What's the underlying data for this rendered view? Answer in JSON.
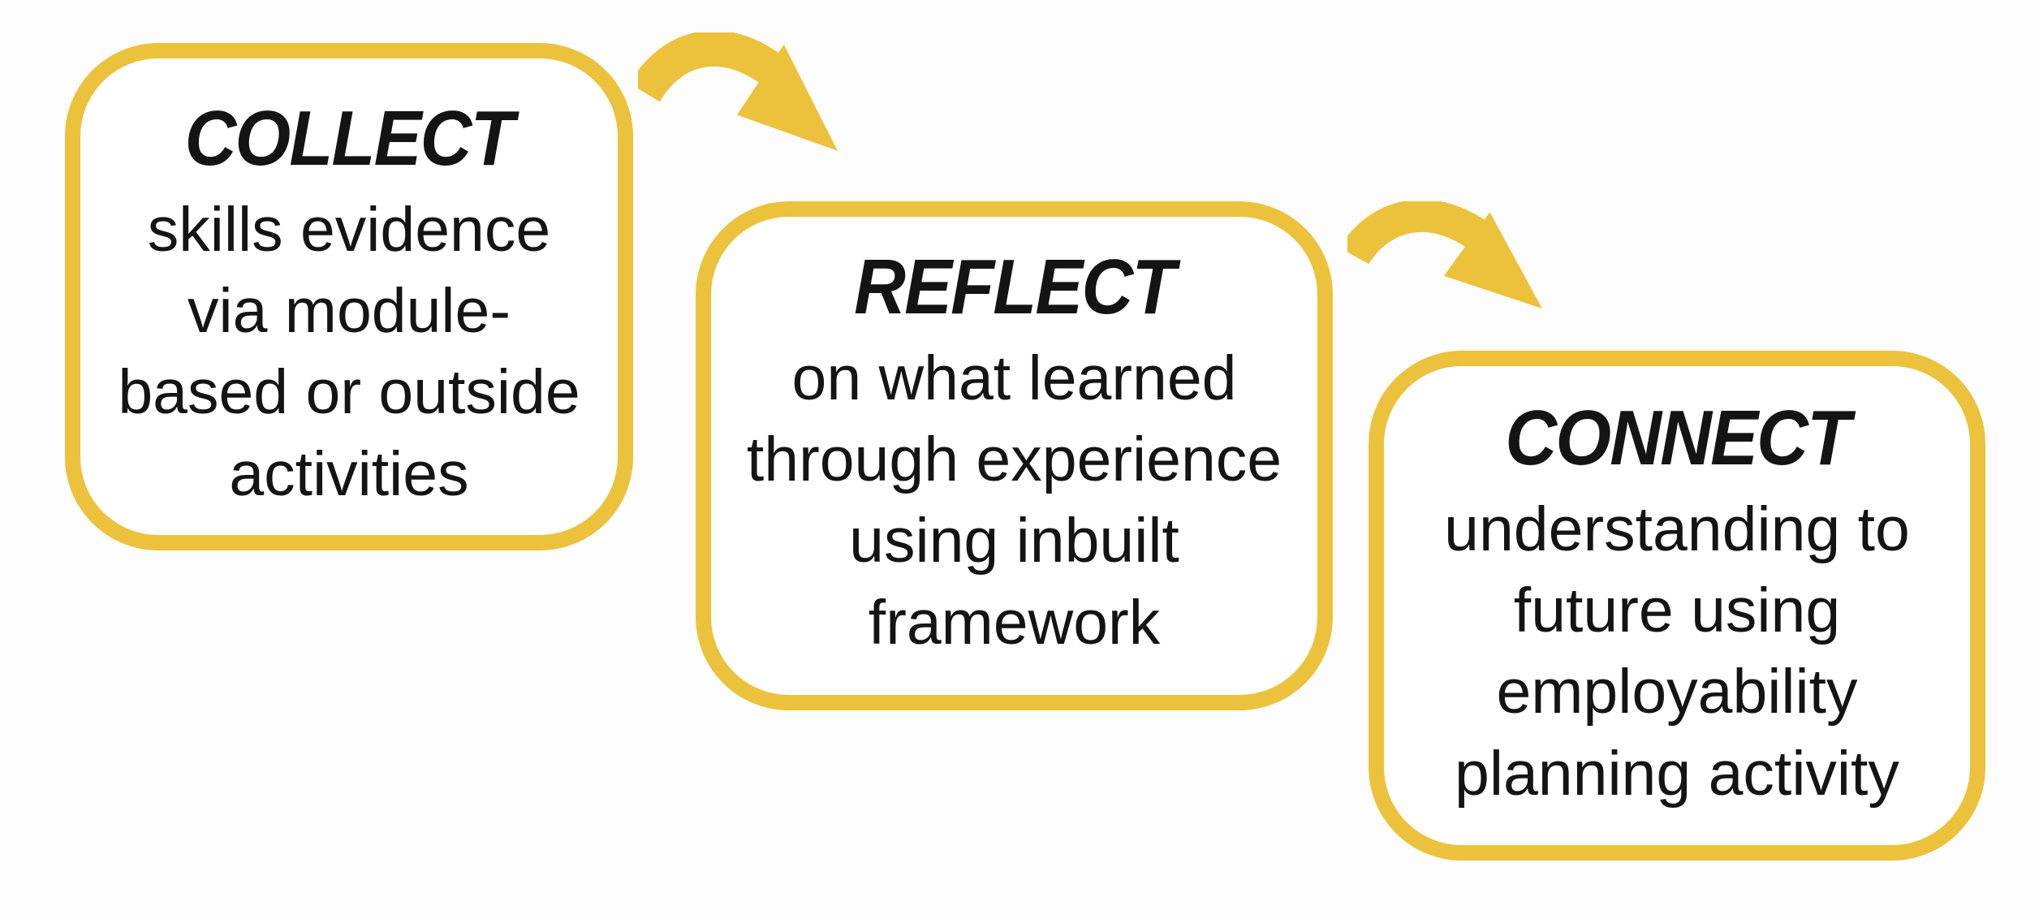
{
  "diagram": {
    "colors": {
      "accent": "#ECC23D",
      "text": "#141414",
      "background": "#FDFDFD",
      "box_fill": "#FFFFFF"
    },
    "steps": [
      {
        "title": "COLLECT",
        "lines": [
          "skills evidence",
          "via module-",
          "based or outside",
          "activities"
        ]
      },
      {
        "title": "REFLECT",
        "lines": [
          "on what learned",
          "through experience",
          "using inbuilt",
          "framework"
        ]
      },
      {
        "title": "CONNECT",
        "lines": [
          "understanding to",
          "future using",
          "employability",
          "planning activity"
        ]
      }
    ],
    "arrows": [
      {
        "name": "curved-arrow-collect-to-reflect"
      },
      {
        "name": "curved-arrow-reflect-to-connect"
      }
    ]
  }
}
